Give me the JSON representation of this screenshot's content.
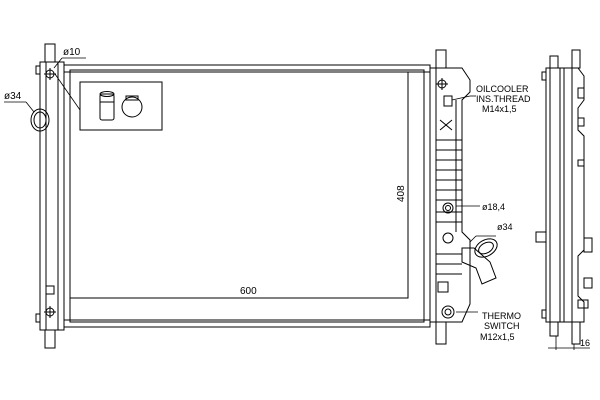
{
  "colors": {
    "line": "#000000",
    "background": "#ffffff",
    "fill_light": "#f2f2f2"
  },
  "labels": {
    "width": "600",
    "height": "408",
    "left_inlet": "ø34",
    "top_left": "ø10",
    "oilcooler_line1": "OILCOOLER",
    "oilcooler_line2": "INS.THREAD",
    "oilcooler_line3": "M14x1,5",
    "outlet_small": "ø18,4",
    "outlet_large": "ø34",
    "thermo_line1": "THERMO",
    "thermo_line2": "SWITCH",
    "thermo_line3": "M12x1,5",
    "side_depth": "16"
  },
  "icons": {
    "cap": "filler-cap-icon",
    "plug": "drain-plug-icon"
  }
}
